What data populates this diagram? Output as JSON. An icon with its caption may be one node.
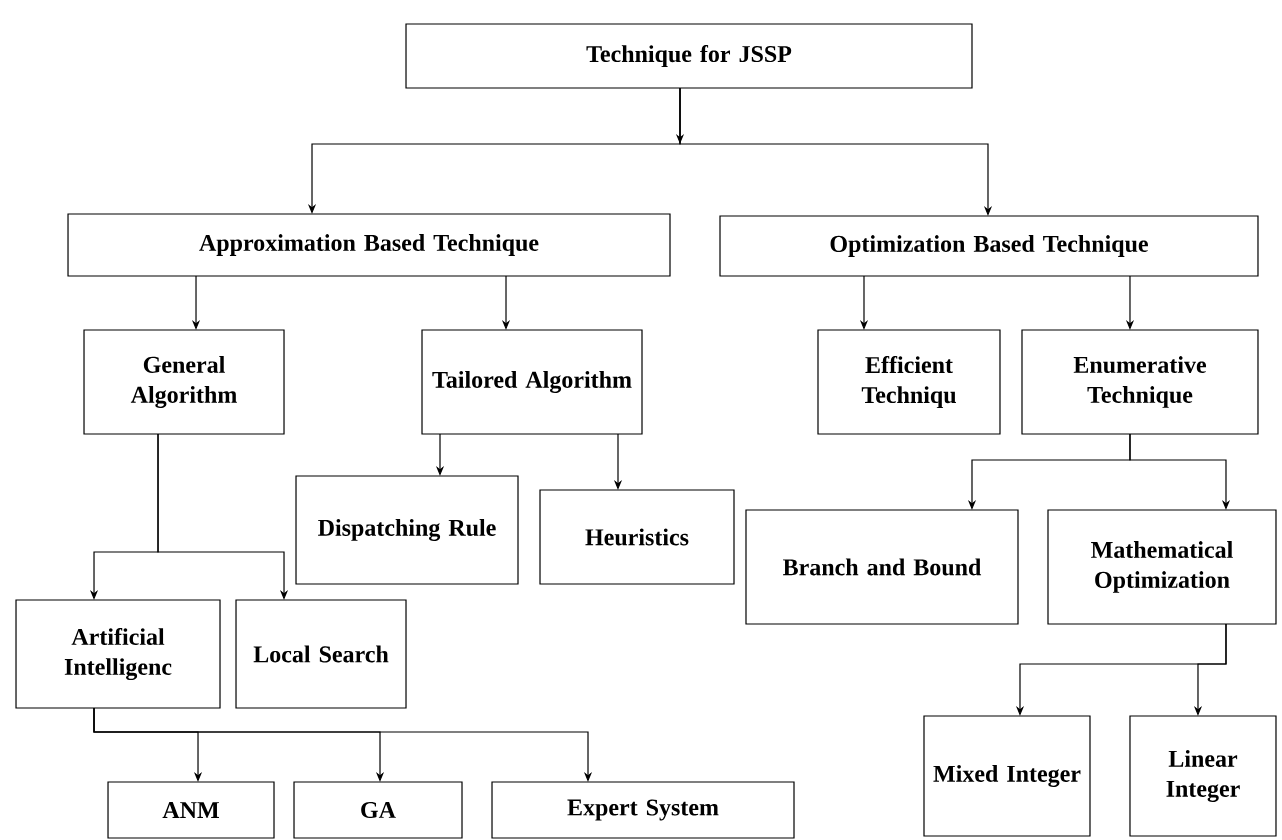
{
  "diagram": {
    "nodes": [
      {
        "text": [
          "Technique for JSSP"
        ]
      },
      {
        "text": [
          "Approximation Based Technique"
        ]
      },
      {
        "text": [
          "Optimization Based Technique"
        ]
      },
      {
        "text": [
          "General Algorithm"
        ]
      },
      {
        "text": [
          "Tailored Algorithm"
        ]
      },
      {
        "text": [
          "Efficient Techniqu"
        ]
      },
      {
        "text": [
          "Enumerative Technique"
        ]
      },
      {
        "text": [
          "Dispatching Rule"
        ]
      },
      {
        "text": [
          "Heuristics"
        ]
      },
      {
        "text": [
          "Branch and Bound"
        ]
      },
      {
        "text": [
          "Mathematical Optimization"
        ]
      },
      {
        "text": [
          "Artificial Intelligenc"
        ]
      },
      {
        "text": [
          "Local Search"
        ]
      },
      {
        "text": [
          "ANM"
        ]
      },
      {
        "text": [
          "GA"
        ]
      },
      {
        "text": [
          "Expert System"
        ]
      },
      {
        "text": [
          "Mixed Integer"
        ]
      },
      {
        "text": [
          "Linear Integer"
        ]
      }
    ],
    "edges": [
      {
        "from": 0,
        "to": 1,
        "arrow": "to"
      },
      {
        "from": 0,
        "to": 2,
        "arrow": "to"
      },
      {
        "from": 1,
        "to": 3,
        "arrow": "to"
      },
      {
        "from": 1,
        "to": 4,
        "arrow": "to"
      },
      {
        "from": 2,
        "to": 5,
        "arrow": "to"
      },
      {
        "from": 2,
        "to": 6,
        "arrow": "to"
      },
      {
        "from": 3,
        "to": 11,
        "arrow": "to"
      },
      {
        "from": 3,
        "to": 12,
        "arrow": "to"
      },
      {
        "from": 4,
        "to": 7,
        "arrow": "to"
      },
      {
        "from": 4,
        "to": 8,
        "arrow": "to"
      },
      {
        "from": 6,
        "to": 9,
        "arrow": "to"
      },
      {
        "from": 6,
        "to": 10,
        "arrow": "to"
      },
      {
        "from": 11,
        "to": 13,
        "arrow": "to"
      },
      {
        "from": 11,
        "to": 14,
        "arrow": "to"
      },
      {
        "from": 11,
        "to": 15,
        "arrow": "to"
      },
      {
        "from": 10,
        "to": 16,
        "arrow": "to"
      },
      {
        "from": 10,
        "to": 17,
        "arrow": "to"
      }
    ]
  }
}
